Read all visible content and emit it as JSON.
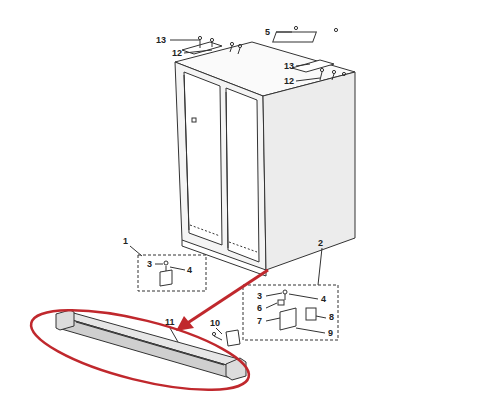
{
  "diagram": {
    "labels": [
      "13",
      "5",
      "12",
      "13",
      "12",
      "1",
      "2",
      "3",
      "4",
      "3",
      "4",
      "6",
      "7",
      "8",
      "9",
      "11",
      "10"
    ]
  }
}
